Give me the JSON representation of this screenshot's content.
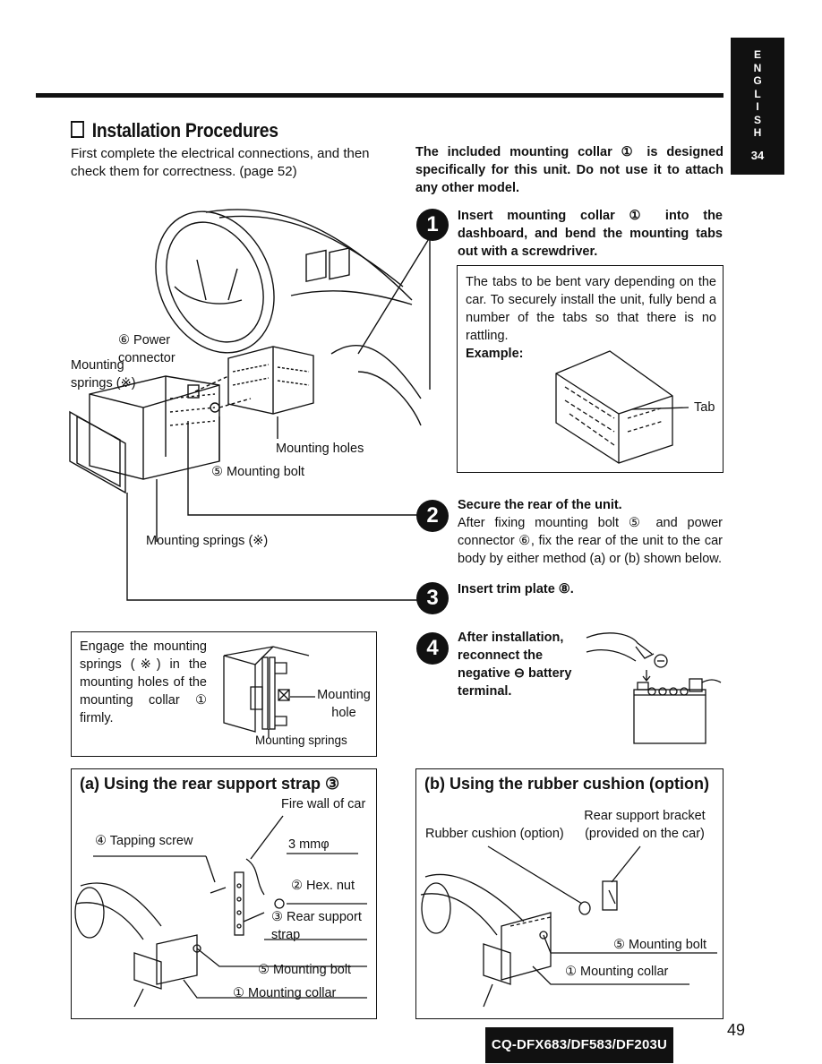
{
  "lang_tab": {
    "letters": [
      "E",
      "N",
      "G",
      "L",
      "I",
      "S",
      "H"
    ],
    "page_num": "34"
  },
  "heading": "Installation Procedures",
  "intro": "First complete the electrical connections, and then check them for correctness. (page 52)",
  "notice": "The included mounting collar ① is designed specifically for this unit. Do not use it to attach any other model.",
  "main_figure": {
    "power_connector": "⑥ Power connector",
    "mounting_springs_top": "Mounting springs (※)",
    "mounting_holes": "Mounting holes",
    "mounting_bolt": "⑤ Mounting bolt",
    "mounting_springs_bottom": "Mounting springs (※)"
  },
  "steps": [
    {
      "num": "1",
      "title": "Insert mounting collar ① into the dashboard, and bend the mounting tabs out with a screwdriver."
    },
    {
      "num": "2",
      "title": "Secure the rear of the unit.",
      "text": "After fixing mounting bolt ⑤ and power connector ⑥, fix the rear of the unit to the car body by either method (a) or (b) shown below."
    },
    {
      "num": "3",
      "title": "Insert trim plate ⑧."
    },
    {
      "num": "4",
      "title": "After installation, reconnect the negative ⊖ battery terminal."
    }
  ],
  "tabs_box": {
    "text": "The tabs to be bent vary depending on the car. To securely install the unit, fully bend a number of the tabs so that there is no rattling.",
    "example": "Example:",
    "tab_label": "Tab"
  },
  "engage_box": {
    "text": "Engage the mounting springs (※) in the mounting holes of the mounting collar ① firmly.",
    "mounting_hole": "Mounting hole",
    "mounting_springs": "Mounting springs"
  },
  "box_a": {
    "title": "(a) Using the rear support strap ③",
    "fire_wall": "Fire wall of car",
    "tapping_screw": "④ Tapping screw",
    "size": "3 mmφ",
    "hex_nut": "② Hex. nut",
    "rear_support_strap": "③ Rear support strap",
    "mounting_bolt": "⑤ Mounting bolt",
    "mounting_collar": "① Mounting collar"
  },
  "box_b": {
    "title": "(b) Using the rubber cushion (option)",
    "rear_support_bracket": "Rear support bracket (provided on the car)",
    "rubber_cushion": "Rubber cushion (option)",
    "mounting_bolt": "⑤ Mounting bolt",
    "mounting_collar": "① Mounting collar"
  },
  "footer": {
    "model": "CQ-DFX683/DF583/DF203U",
    "page": "49"
  }
}
